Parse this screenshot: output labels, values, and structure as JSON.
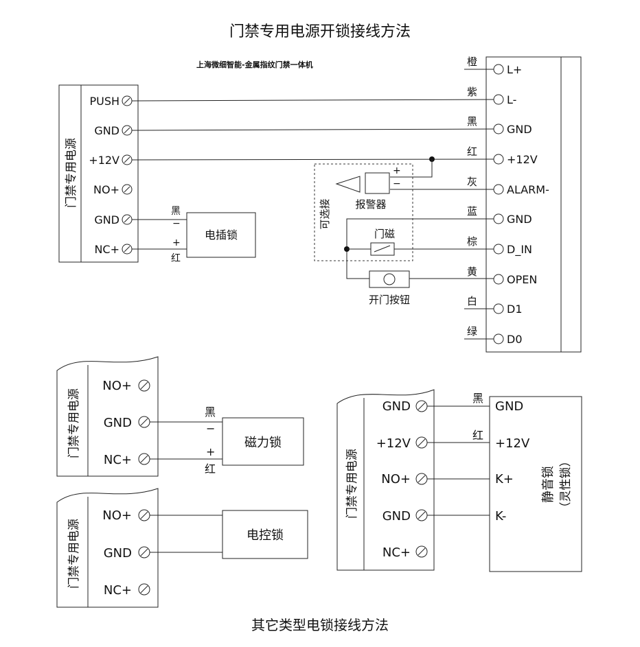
{
  "titles": {
    "main": "门禁专用电源开锁接线方法",
    "bottom": "其它类型电锁接线方法"
  },
  "device_name": "上海微细智能-金属指纹门禁一体机",
  "psu": {
    "label": "门禁专用电源",
    "terminals": [
      "PUSH",
      "GND",
      "+12V",
      "NO+",
      "GND",
      "NC+"
    ]
  },
  "controller": {
    "terminals": [
      "L+",
      "L-",
      "GND",
      "+12V",
      "ALARM-",
      "GND",
      "D_IN",
      "OPEN",
      "D1",
      "D0"
    ],
    "wire_colors": [
      "橙",
      "紫",
      "黑",
      "红",
      "灰",
      "蓝",
      "棕",
      "黄",
      "白",
      "绿"
    ]
  },
  "optional": {
    "label": "可选接",
    "alarm": "报警器",
    "alarm_plus": "+",
    "alarm_minus": "−",
    "door_sensor": "门磁",
    "exit_button": "开门按钮"
  },
  "plug_lock": {
    "name": "电插锁",
    "minus_color": "黑",
    "plus_color": "红",
    "minus": "−",
    "plus": "+"
  },
  "mag_lock": {
    "psu_label": "门禁专用电源",
    "terminals": [
      "NO+",
      "GND",
      "NC+"
    ],
    "name": "磁力锁",
    "minus_color": "黑",
    "plus_color": "红",
    "minus": "−",
    "plus": "+"
  },
  "ctrl_lock": {
    "psu_label": "门禁专用电源",
    "terminals": [
      "NO+",
      "GND",
      "NC+"
    ],
    "name": "电控锁"
  },
  "silent_lock": {
    "psu_label": "门禁专用电源",
    "terminals": [
      "GND",
      "+12V",
      "NO+",
      "GND",
      "NC+"
    ],
    "lock_terminals": [
      "GND",
      "+12V",
      "K+",
      "K-"
    ],
    "wire_colors": [
      "黑",
      "红"
    ],
    "name": "静音锁",
    "subname": "（灵性锁）"
  }
}
